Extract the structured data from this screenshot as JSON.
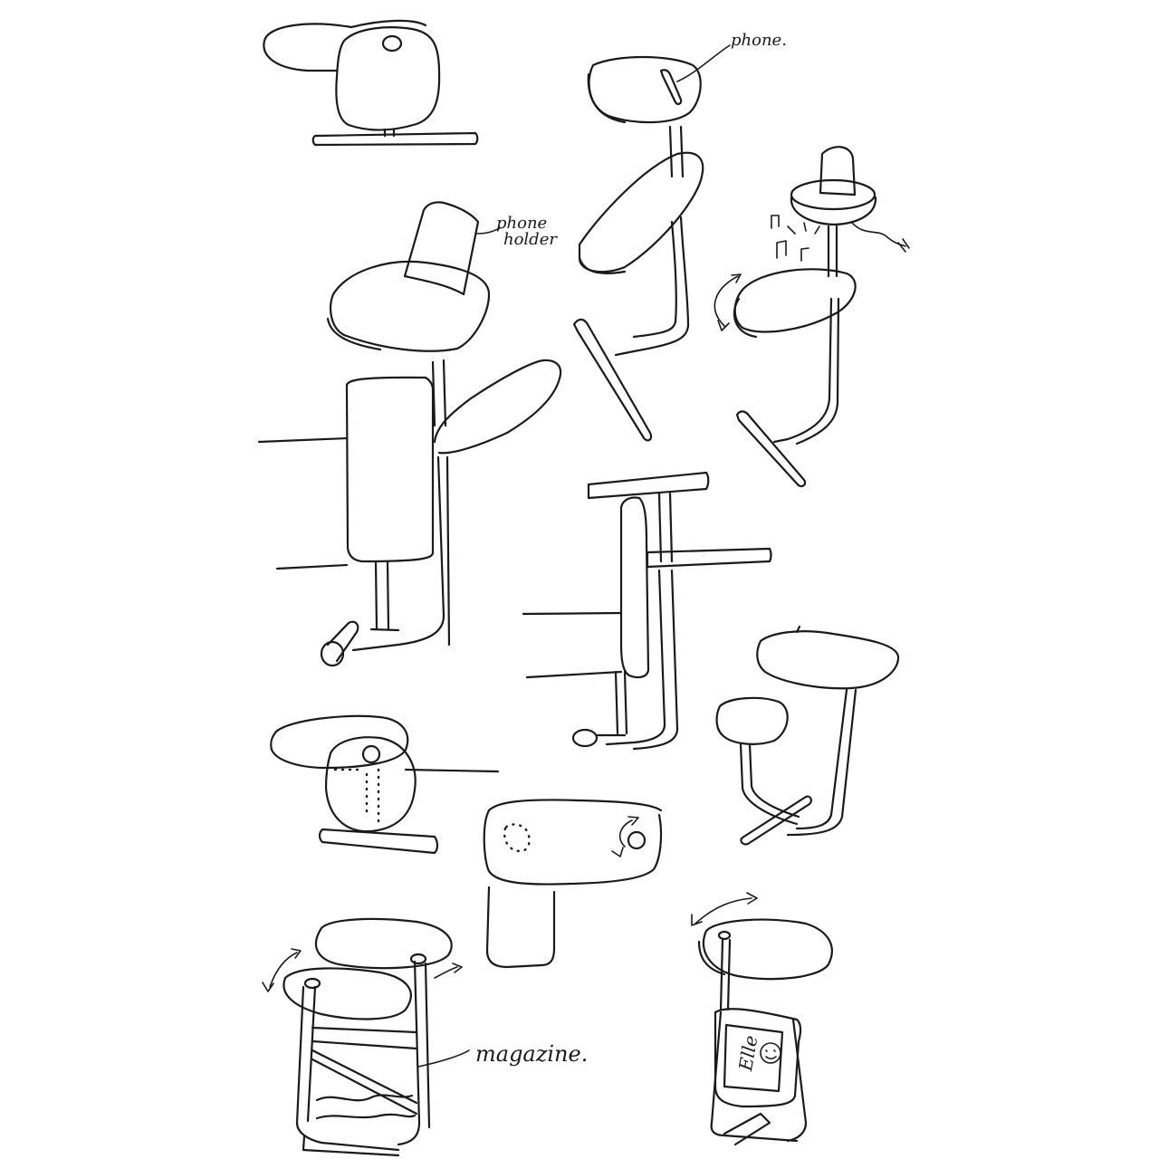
{
  "annotations": {
    "phone": "phone.",
    "phone_holder_line1": "phone",
    "phone_holder_line2": "holder",
    "magazine": "magazine."
  },
  "ink_color": "#1a1a1a",
  "paper_color": "#ffffff"
}
